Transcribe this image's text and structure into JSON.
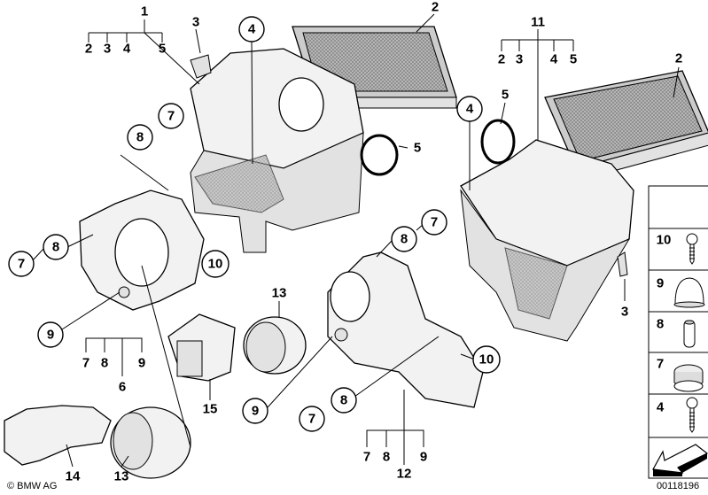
{
  "diagram": {
    "labels": {
      "l1": "1",
      "l2a": "2",
      "l3a": "3",
      "l4a": "4",
      "l5a": "5",
      "l3b": "3",
      "l2b": "2",
      "l4c": "4",
      "l11": "11",
      "l2c": "2",
      "l3c": "3",
      "l4d": "4",
      "l5b": "5",
      "l2d": "2",
      "l5c": "5",
      "l4e": "4",
      "l5d": "5",
      "l7a": "7",
      "l8a": "8",
      "l8b": "8",
      "l7b": "7",
      "l10a": "10",
      "l9a": "9",
      "l7c": "7",
      "l8c": "8",
      "l9c": "9",
      "l6": "6",
      "l13a": "13",
      "l15": "15",
      "l14": "14",
      "l13b": "13",
      "l7d": "7",
      "l8d": "8",
      "l10b": "10",
      "l3d": "3",
      "l9d": "9",
      "l8e": "8",
      "l7e": "7",
      "l7f": "7",
      "l8f": "8",
      "l9f": "9",
      "l12": "12"
    },
    "legend": [
      {
        "num": "10",
        "icon": "screw-icon"
      },
      {
        "num": "9",
        "icon": "cap-icon"
      },
      {
        "num": "8",
        "icon": "sleeve-icon"
      },
      {
        "num": "7",
        "icon": "rubber-mount-icon"
      },
      {
        "num": "4",
        "icon": "screw-icon"
      }
    ],
    "copyright": "© BMW AG",
    "diagram_number": "00118196"
  }
}
